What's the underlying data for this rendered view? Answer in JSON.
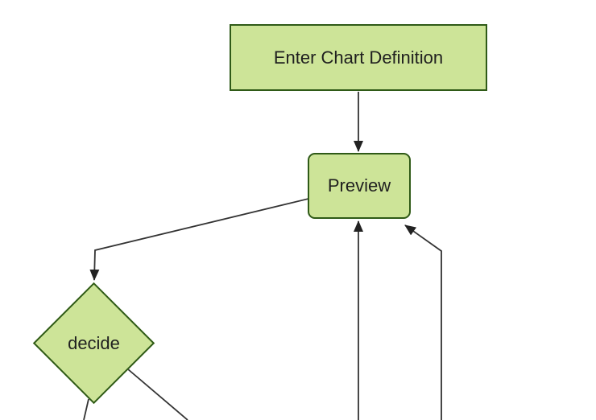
{
  "diagram": {
    "type": "flowchart",
    "nodes": [
      {
        "id": "enter-chart-definition",
        "label": "Enter Chart Definition",
        "shape": "rectangle"
      },
      {
        "id": "preview",
        "label": "Preview",
        "shape": "rounded-rectangle"
      },
      {
        "id": "decide",
        "label": "decide",
        "shape": "diamond"
      }
    ],
    "edges": [
      {
        "from": "enter-chart-definition",
        "to": "preview",
        "arrowhead": true
      },
      {
        "from": "preview",
        "to": "decide",
        "arrowhead": true
      },
      {
        "from": "offscreen-bottom",
        "to": "preview",
        "arrowhead": true
      },
      {
        "from": "offscreen-bottom-right",
        "to": "preview",
        "arrowhead": true
      },
      {
        "from": "decide",
        "to": "offscreen-bottom-left",
        "arrowhead": false
      },
      {
        "from": "decide",
        "to": "offscreen-bottom-right",
        "arrowhead": false
      }
    ]
  },
  "colors": {
    "background": "#ffffff",
    "node-fill": "#cde498",
    "node-border": "#2f5a17",
    "edge-stroke": "#333333",
    "arrowhead-fill": "#222222",
    "text": "#1f1f1f"
  }
}
